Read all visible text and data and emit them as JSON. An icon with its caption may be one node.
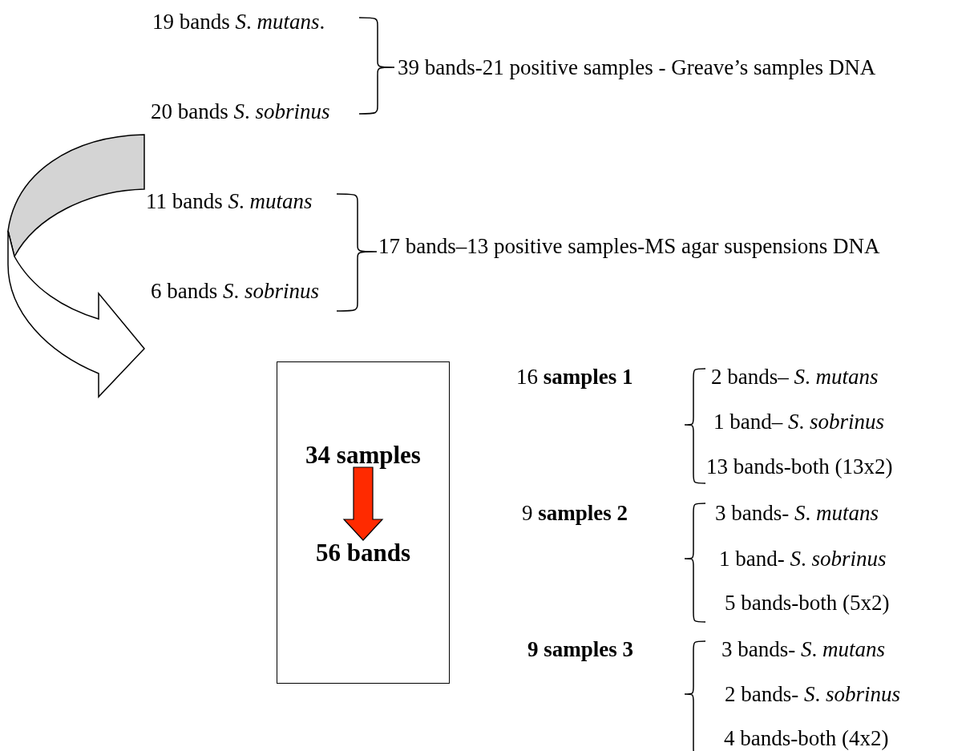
{
  "diagram": {
    "nodes": [
      {
        "text": [],
        "shape": "box"
      },
      {
        "text": [
          "34 samples"
        ],
        "in": 0
      },
      {
        "text": [
          "56 bands"
        ],
        "in": 0
      }
    ],
    "edges": [
      {
        "from": 1,
        "to": 2,
        "arrow": "to",
        "style": "thick",
        "color": "#ff2a00"
      }
    ],
    "labels": [
      "19 bands *S*. *mutans*.",
      "39 bands-21 positive samples - Greave’s samples DNA",
      "20 bands *S*. *sobrinus*",
      "11 bands *S*. *mutans*",
      "17 bands–13 positive samples-MS agar suspensions DNA",
      "6 bands *S*. *sobrinus*",
      "16 **samples 1**",
      "2 bands– *S*. *mutans*",
      "1 band– *S*. *sobrinus*",
      "13 bands-both (13x2)",
      "9 **samples 2**",
      "3 bands- *S*. *mutans*",
      "1 band- *S*. *sobrinus*",
      "5 bands-both (5x2)",
      "9 samples 3",
      "3 bands- *S*. *mutans*",
      "2 bands- *S*. *sobrinus*",
      "4 bands-both (4x2)"
    ]
  }
}
